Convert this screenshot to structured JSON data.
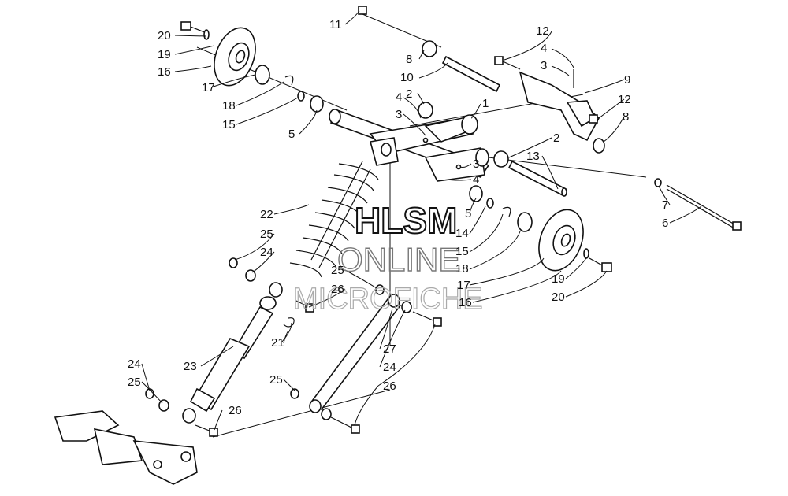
{
  "watermark": {
    "line1": "HLSM",
    "line2": "ONLINE",
    "line3": "MICROFICHE"
  },
  "callouts": {
    "c1": "1",
    "c2a": "2",
    "c2b": "2",
    "c3a": "3",
    "c3b": "3",
    "c3c": "3",
    "c4a": "4",
    "c4b": "4",
    "c4c": "4",
    "c5a": "5",
    "c5b": "5",
    "c6": "6",
    "c7": "7",
    "c8a": "8",
    "c8b": "8",
    "c9": "9",
    "c10": "10",
    "c11": "11",
    "c12a": "12",
    "c12b": "12",
    "c13": "13",
    "c14": "14",
    "c15a": "15",
    "c15b": "15",
    "c16a": "16",
    "c16b": "16",
    "c17a": "17",
    "c17b": "17",
    "c18a": "18",
    "c18b": "18",
    "c19a": "19",
    "c19b": "19",
    "c20a": "20",
    "c20b": "20",
    "c21": "21",
    "c22": "22",
    "c23": "23",
    "c24a": "24",
    "c24b": "24",
    "c24c": "24",
    "c25a": "25",
    "c25b": "25",
    "c25c": "25",
    "c25d": "25",
    "c26a": "26",
    "c26b": "26",
    "c26c": "26",
    "c27": "27"
  }
}
